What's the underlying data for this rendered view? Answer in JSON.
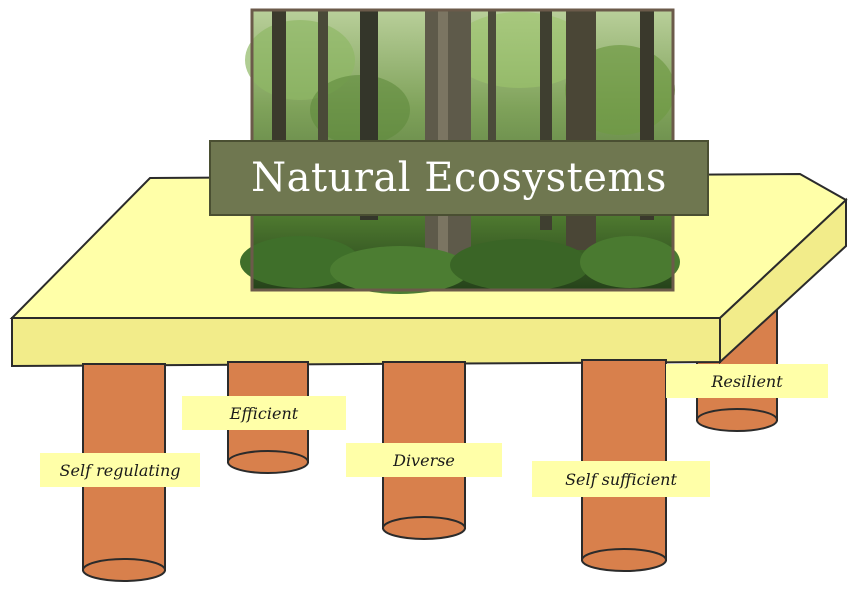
{
  "title": "Natural Ecosystems",
  "pillars": [
    {
      "label": "Self regulating"
    },
    {
      "label": "Efficient"
    },
    {
      "label": "Diverse"
    },
    {
      "label": "Self sufficient"
    },
    {
      "label": "Resilient"
    }
  ],
  "colors": {
    "tabletop_top": "#ffffa8",
    "tabletop_edge": "#f2ec8a",
    "pillar": "#d8804c",
    "label_bg": "#ffffa8",
    "title_banner": "#6f7750"
  }
}
